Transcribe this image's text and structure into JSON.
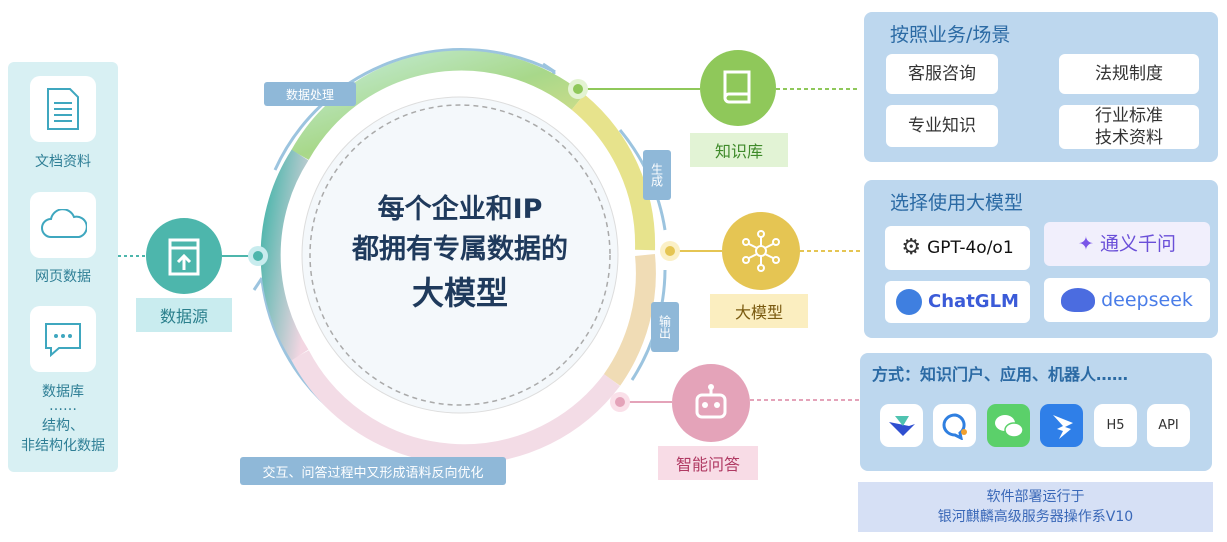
{
  "sources": {
    "items": [
      {
        "label": "文档资料",
        "icon": "document-icon"
      },
      {
        "label": "网页数据",
        "icon": "cloud-icon"
      },
      {
        "label": "数据库",
        "icon": "chat-icon"
      }
    ],
    "ellipsis": "……",
    "extra_line1": "结构、",
    "extra_line2": "非结构化数据"
  },
  "datasource": {
    "label": "数据源"
  },
  "center": {
    "line1": "每个企业和IP",
    "line2": "都拥有专属数据的",
    "line3": "大模型"
  },
  "tags": {
    "process": "数据处理",
    "generate": "生成",
    "output": "输出",
    "feedback": "交互、问答过程中又形成语料反向优化"
  },
  "knowledge": {
    "label": "知识库"
  },
  "model": {
    "label": "大模型"
  },
  "qa": {
    "label": "智能问答"
  },
  "scenario": {
    "title": "按照业务/场景",
    "items": [
      "客服咨询",
      "法规制度",
      "专业知识",
      "行业标准\n技术资料"
    ]
  },
  "models": {
    "title": "选择使用大模型",
    "items": [
      "GPT-4o/o1",
      "通义千问",
      "ChatGLM",
      "deepseek"
    ]
  },
  "access": {
    "title": "方式：知识门户、应用、机器人……",
    "apps": [
      "H5",
      "API"
    ]
  },
  "deploy": {
    "line1": "软件部署运行于",
    "line2": "银河麒麟高级服务器操作系V10"
  },
  "colors": {
    "panel": "#bdd7ee",
    "green": "#8fc85a",
    "yellow": "#e5c553",
    "pink": "#e4a3b9",
    "teal": "#4db6ac"
  }
}
